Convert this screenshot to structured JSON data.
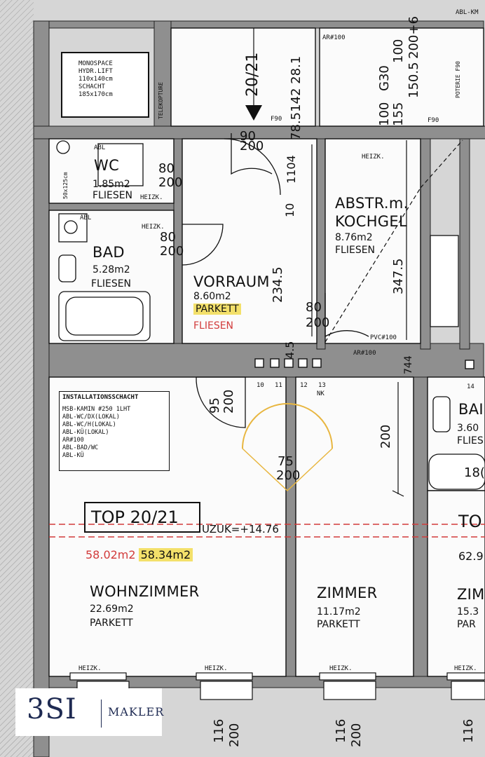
{
  "unit": {
    "name": "TOP 20/21",
    "area_old": "58.02m2",
    "area_new": "58.34m2",
    "elevation": "UZUK=+14.76"
  },
  "shaft_note": {
    "title": "INSTALLATIONSSCHACHT",
    "lines": [
      "MSB-KAMIN #250 1LHT",
      "ABL-WC/DX(LOKAL)",
      "ABL-WC/H(LOKAL)",
      "ABL-KÜ(LOKAL)",
      "AR#100",
      "ABL-BAD/WC",
      "ABL-KÜ"
    ]
  },
  "lift_note": {
    "lines": [
      "MONOSPACE",
      "HYDR.LIFT",
      "110x140cm",
      "SCHACHT",
      "185x170cm"
    ]
  },
  "rooms": {
    "wc": {
      "name": "WC",
      "area": "1.85m2",
      "material": "FLIESEN"
    },
    "bad": {
      "name": "BAD",
      "area": "5.28m2",
      "material": "FLIESEN"
    },
    "vorraum": {
      "name": "VORRAUM",
      "area": "8.60m2",
      "material_1": "PARKETT",
      "material_2": "FLIESEN"
    },
    "abstr": {
      "name_1": "ABSTR.m.",
      "name_2": "KOCHGEL",
      "area": "8.76m2",
      "material": "FLIESEN"
    },
    "wohnzimmer": {
      "name": "WOHNZIMMER",
      "area": "22.69m2",
      "material": "PARKETT"
    },
    "zimmer": {
      "name": "ZIMMER",
      "area": "11.17m2",
      "material": "PARKETT"
    }
  },
  "neighbour": {
    "bad_label": "BAI",
    "bad_area": "3.60",
    "bad_mat": "FLIES",
    "bath_dim": "18(",
    "top_label": "TO",
    "top_area": "62.9",
    "zim_label": "ZIM",
    "zim_area": "15.3",
    "zim_mat": "PAR"
  },
  "dims": {
    "door_wc": [
      "80",
      "200"
    ],
    "door_bad": [
      "80",
      "200"
    ],
    "door_abstr": [
      "80",
      "200"
    ],
    "door_entry": [
      "90",
      "200"
    ],
    "door_wohn": [
      "95",
      "200"
    ],
    "door_zimmer": [
      "75",
      "200"
    ],
    "vorraum_len": "234.5",
    "abstr_len": "347.5",
    "zimmer_len": "200",
    "stair": "20/21",
    "vert_top": "78.5142 28.1",
    "vert_mid": "1104",
    "vert_10": "10",
    "vert_45": "4.5",
    "vert_744": "744",
    "window_left": [
      "116",
      "200"
    ],
    "window_mid": [
      "116",
      "200"
    ],
    "window_right": "116",
    "g30": "G30",
    "g100": "100",
    "g155": "155",
    "g150": "150.5",
    "g100b": "100",
    "g200": "200+6",
    "f90_1": "F90",
    "f90_2": "F90",
    "f90_3": "F90",
    "pvc": "PVC#100",
    "ar_1": "AR#100",
    "ar_2": "AR#100",
    "heizk": "HEIZK.",
    "abl": "ABL",
    "abl_km": "ABL-KM",
    "shaft_nums": [
      "10",
      "11",
      "12",
      "13",
      "14"
    ],
    "nk": "NK",
    "tele": "TELEKOPTURE",
    "pipe": "50x125cm",
    "poterie": "POTERIE F90"
  },
  "logo": {
    "mark": "3SI",
    "text": "MAKLER"
  },
  "colors": {
    "wall": "#8c8c8c",
    "highlight": "#f3e06a",
    "red": "#d23b3b",
    "hatch": "#c8c8c8"
  }
}
